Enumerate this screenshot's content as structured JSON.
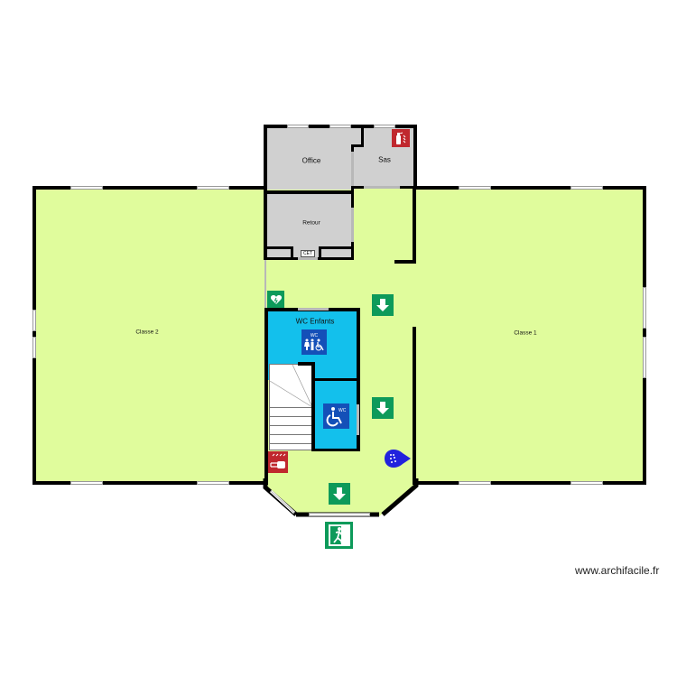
{
  "plan": {
    "rooms": [
      {
        "id": "office",
        "label": "Office",
        "fill": "#d0d0d0"
      },
      {
        "id": "sas",
        "label": "Sas",
        "fill": "#d0d0d0"
      },
      {
        "id": "retour",
        "label": "Retour",
        "fill": "#d0d0d0"
      },
      {
        "id": "classe2",
        "label": "Classe 2",
        "fill": "#e0fc9c"
      },
      {
        "id": "classe1",
        "label": "Classe 1",
        "fill": "#e0fc9c"
      },
      {
        "id": "wc_enfants",
        "label": "WC Enfants",
        "fill": "#13c0ec"
      },
      {
        "id": "wc_pmr",
        "label": "",
        "fill": "#13c0ec"
      }
    ],
    "small_label": "CET",
    "signs": {
      "wc_enfants_sign": "WC",
      "wc_pmr_sign": "WC"
    },
    "icons": [
      "fire-extinguisher-icon",
      "defibrillator-icon",
      "evacuation-arrow-down-icon",
      "wc-accessible-icon",
      "wheelchair-icon",
      "fire-alarm-icon",
      "braille-info-icon",
      "emergency-exit-icon"
    ],
    "colors": {
      "wall": "#000000",
      "classroom": "#e0fc9c",
      "service": "#d0d0d0",
      "sanitary": "#13c0ec",
      "safety_green": "#0d9a5a",
      "fire_red": "#c0282e",
      "access_blue": "#1450b8"
    }
  },
  "footer": {
    "watermark": "www.archifacile.fr"
  }
}
